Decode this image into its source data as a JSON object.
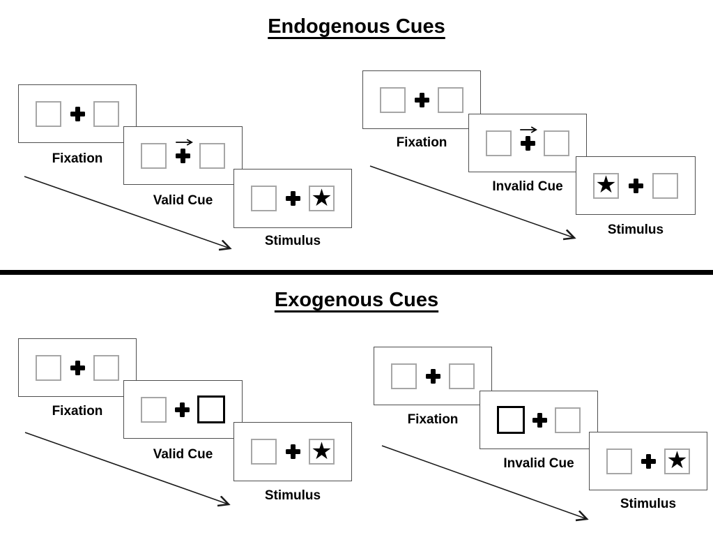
{
  "glyphs": {
    "star": "★"
  },
  "colors": {
    "background": "#ffffff",
    "panel_border": "#4d4d4d",
    "box_border": "#a6a6a6",
    "cue_highlight_border": "#000000",
    "ink": "#000000"
  },
  "sections": [
    {
      "title": "Endogenous Cues",
      "groups": [
        {
          "name": "valid-trial",
          "panels": [
            {
              "label": "Fixation",
              "left_box": "plain",
              "right_box": "plain",
              "cue": "none"
            },
            {
              "label": "Valid Cue",
              "left_box": "plain",
              "right_box": "plain",
              "cue": "central-arrow-right"
            },
            {
              "label": "Stimulus",
              "left_box": "plain",
              "right_box": "star",
              "cue": "none"
            }
          ]
        },
        {
          "name": "invalid-trial",
          "panels": [
            {
              "label": "Fixation",
              "left_box": "plain",
              "right_box": "plain",
              "cue": "none"
            },
            {
              "label": "Invalid Cue",
              "left_box": "plain",
              "right_box": "plain",
              "cue": "central-arrow-right"
            },
            {
              "label": "Stimulus",
              "left_box": "star",
              "right_box": "plain",
              "cue": "none"
            }
          ]
        }
      ]
    },
    {
      "title": "Exogenous Cues",
      "groups": [
        {
          "name": "valid-trial",
          "panels": [
            {
              "label": "Fixation",
              "left_box": "plain",
              "right_box": "plain",
              "cue": "none"
            },
            {
              "label": "Valid Cue",
              "left_box": "plain",
              "right_box": "highlight",
              "cue": "peripheral-box-right"
            },
            {
              "label": "Stimulus",
              "left_box": "plain",
              "right_box": "star",
              "cue": "none"
            }
          ]
        },
        {
          "name": "invalid-trial",
          "panels": [
            {
              "label": "Fixation",
              "left_box": "plain",
              "right_box": "plain",
              "cue": "none"
            },
            {
              "label": "Invalid Cue",
              "left_box": "highlight",
              "right_box": "plain",
              "cue": "peripheral-box-left"
            },
            {
              "label": "Stimulus",
              "left_box": "plain",
              "right_box": "star",
              "cue": "none"
            }
          ]
        }
      ]
    }
  ]
}
